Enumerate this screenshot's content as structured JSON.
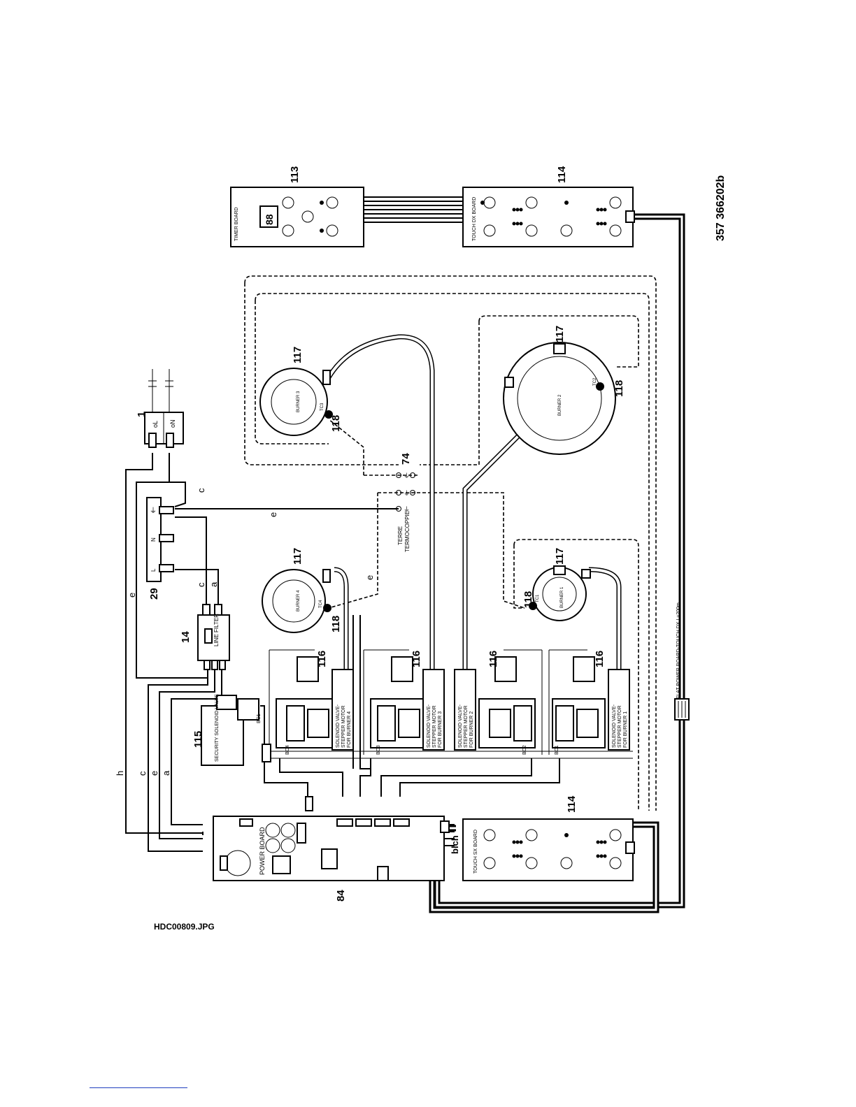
{
  "refs": {
    "main_switch": "1",
    "line_filter": "14",
    "terminal_block": "29",
    "earth_terminals": "74",
    "power_board": "84",
    "timer_board": "113",
    "touch_dx": "114",
    "touch_sx": "114",
    "security_valve": "115",
    "valve_module": "116",
    "burner_cap": "117",
    "thermocouple": "118"
  },
  "texts": {
    "switch_l": "oL",
    "switch_n": "oN",
    "terminal_n": "N",
    "terminal_l": "L",
    "filter": "LINE FILTER",
    "security_valve": "SECURITY SOLENOID VALVE",
    "power_board": "POWER BOARD",
    "timer_board": "TIMER BOARD",
    "timer_display": "88",
    "touch_dx": "TOUCH DX BOARD",
    "touch_sx": "TOUCH SX BOARD",
    "terre": "TERRE",
    "termocoppie": "TERMOCOPPIE",
    "valve_line1": "SOLENOID VALVE-",
    "valve_line2": "STEPPER MOTOR",
    "flat_cable": "FLAT POWER BOARD-TOUCH DX L=200m",
    "file_name": "HDC00809.JPG",
    "doc_code": "357 366202b",
    "blch": "blch"
  },
  "wire_letters": {
    "a": "a",
    "c": "c",
    "e": "e",
    "h": "h"
  },
  "burners": [
    {
      "name": "BURNER 4",
      "tc": "TC4",
      "conn": "BC4",
      "valve_for": "FOR BURNER 4"
    },
    {
      "name": "BURNER 3",
      "tc": "TC3",
      "conn": "BC3",
      "valve_for": "FOR BURNER 3"
    },
    {
      "name": "BURNER 2",
      "tc": "TC2",
      "conn": "BC2",
      "valve_for": "FOR BURNER 2"
    },
    {
      "name": "BURNER 1",
      "tc": "TC1",
      "conn": "BC1",
      "valve_for": "FOR BURNER 1"
    }
  ]
}
